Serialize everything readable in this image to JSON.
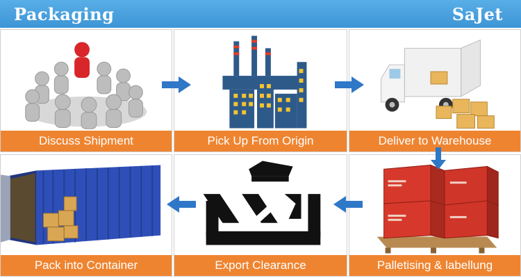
{
  "header": {
    "left_title": "Packaging",
    "right_title": "SaJet"
  },
  "steps": [
    {
      "label": "Discuss Shipment",
      "icon": "meeting-people-icon"
    },
    {
      "label": "Pick Up From Origin",
      "icon": "factory-city-icon"
    },
    {
      "label": "Deliver to Warehouse",
      "icon": "delivery-truck-icon"
    },
    {
      "label": "Palletising & labellung",
      "icon": "pallet-boxes-icon"
    },
    {
      "label": "Export Clearance",
      "icon": "customs-officer-icon"
    },
    {
      "label": "Pack  into Container",
      "icon": "shipping-container-icon"
    }
  ],
  "colors": {
    "header": "#3d95d6",
    "caption": "#ef8430",
    "arrow": "#2f77c7"
  }
}
